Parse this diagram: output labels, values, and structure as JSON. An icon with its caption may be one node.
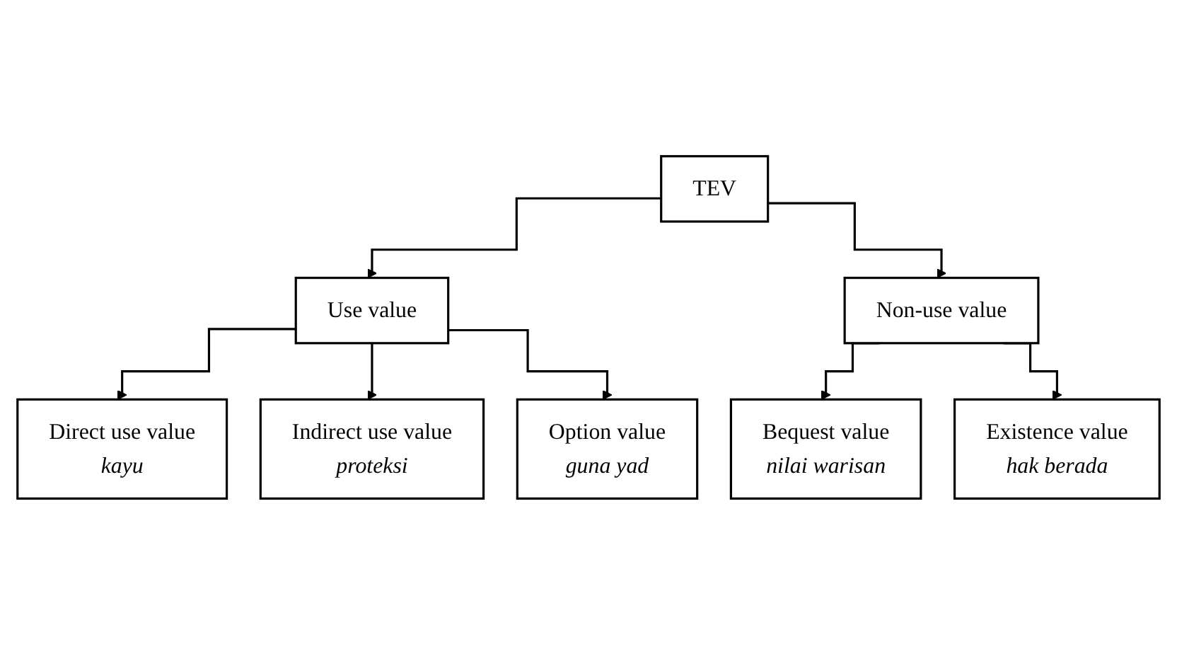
{
  "diagram": {
    "nodes": [
      {
        "text": [
          "TEV"
        ]
      },
      {
        "text": [
          "Use value"
        ]
      },
      {
        "text": [
          "Non-use value"
        ]
      },
      {
        "text": [
          "Direct use value",
          "kayu"
        ]
      },
      {
        "text": [
          "Indirect use value",
          "proteksi"
        ]
      },
      {
        "text": [
          "Option value",
          "guna yad"
        ]
      },
      {
        "text": [
          "Bequest value",
          "nilai warisan"
        ]
      },
      {
        "text": [
          "Existence value",
          "hak berada"
        ]
      }
    ],
    "edges": [
      {
        "from": 0,
        "to": 1,
        "arrow": "to"
      },
      {
        "from": 0,
        "to": 2,
        "arrow": "to"
      },
      {
        "from": 1,
        "to": 3,
        "arrow": "to"
      },
      {
        "from": 1,
        "to": 4,
        "arrow": "to"
      },
      {
        "from": 1,
        "to": 5,
        "arrow": "to"
      },
      {
        "from": 2,
        "to": 6,
        "arrow": "to"
      },
      {
        "from": 2,
        "to": 7,
        "arrow": "to"
      }
    ]
  }
}
